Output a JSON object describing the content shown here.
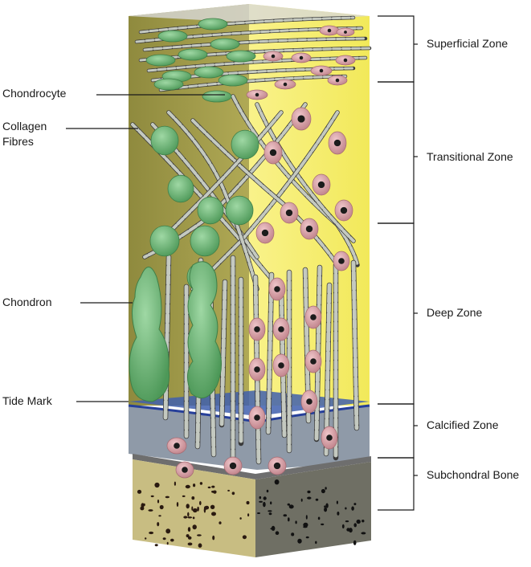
{
  "left_labels": {
    "chondrocyte": "Chondrocyte",
    "collagen_line1": "Collagen",
    "collagen_line2": "Fibres",
    "chondron": "Chondron",
    "tide_mark": "Tide Mark"
  },
  "zone_labels": {
    "superficial": "Superficial Zone",
    "transitional": "Transitional Zone",
    "deep": "Deep Zone",
    "calcified": "Calcified Zone",
    "subchondral": "Subchondral Bone"
  },
  "colors": {
    "left_face": "#a09a48",
    "right_face": "#f6ef6a",
    "top_face": "#d6d6d6",
    "cell_green": "#6fb877",
    "cell_pink": "#d9a0a6",
    "nucleus": "#1c1c1c",
    "tide_mark": "#3552a8",
    "bone": "#c9bf86",
    "fibre": "#b9bfb5"
  }
}
